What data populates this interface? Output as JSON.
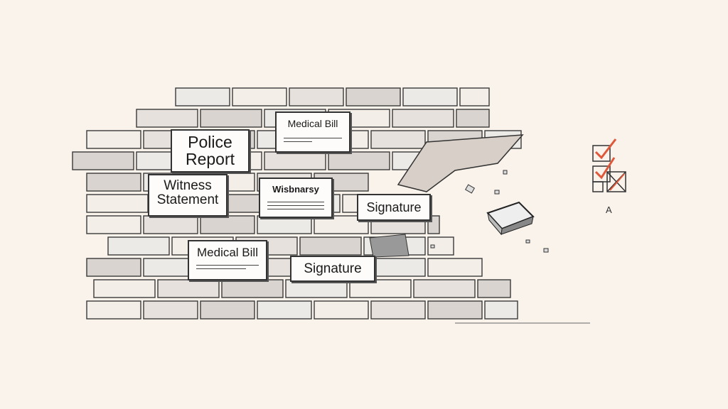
{
  "cards": {
    "police_report": "Police Report",
    "medical_bill_top": "Medical Bill",
    "witness_statement": "Witness Statement",
    "garbled_card": "Wisbnarsy",
    "signature_right": "Signature",
    "medical_bill_bottom": "Medical Bill",
    "signature_bottom": "Signature"
  },
  "checklist": {
    "glyph": "A"
  },
  "colors": {
    "paper": "#f9f3ec",
    "ink": "#2a2a2a",
    "check": "#e0583a"
  }
}
